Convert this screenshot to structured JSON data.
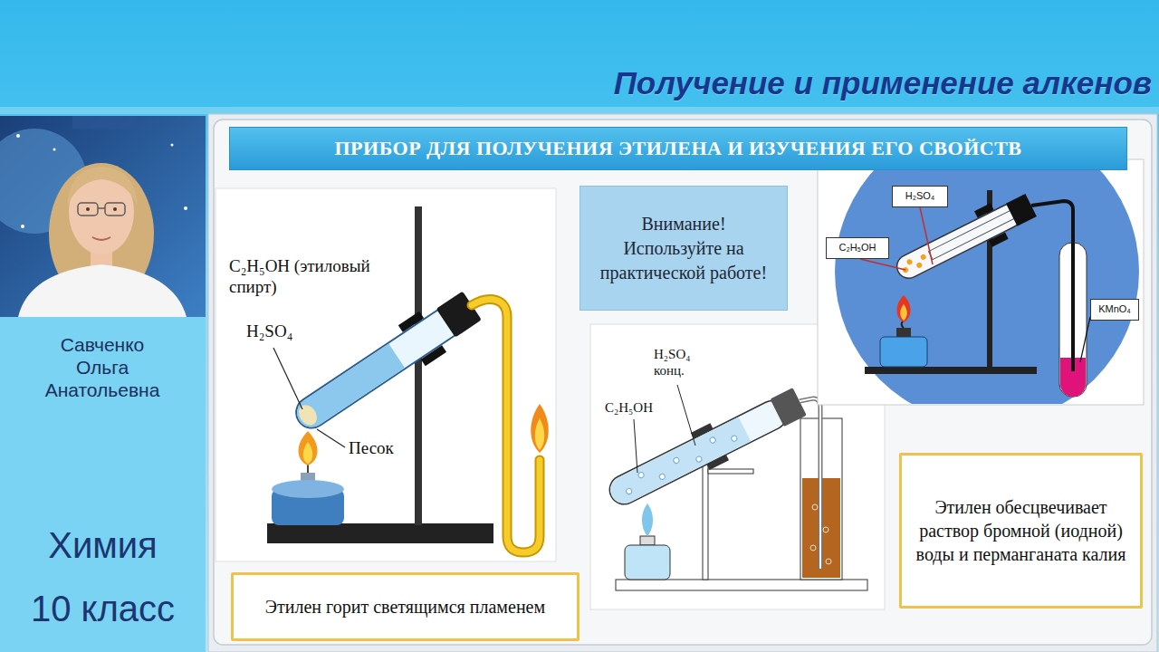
{
  "diagram": {
    "title": "Получение и применение алкенов",
    "nodes": [
      {
        "text": [
          "ПРИБОР ДЛЯ ПОЛУЧЕНИЯ ЭТИЛЕНА И ИЗУЧЕНИЯ ЕГО СВОЙСТВ"
        ]
      },
      {
        "text": [
          "Внимание! Используйте на практической работе!"
        ]
      },
      {
        "text": [
          "H₂SO₄"
        ]
      },
      {
        "text": [
          "C₂H₅OH"
        ]
      },
      {
        "text": [
          "KMnO₄"
        ]
      },
      {
        "text": [
          "Этилен обесцвечивает раствор бромной (иодной) воды и перманганата калия"
        ]
      },
      {
        "text": [
          "Этилен горит светящимся пламенем"
        ]
      }
    ],
    "labels": [
      "Савченко Ольга Анатольевна",
      "Химия",
      "10 класс",
      "C₂H₅OH (этиловый спирт)",
      "H₂SO₄",
      "Песок",
      "H₂SO₄ конц.",
      "C₂H₅OH"
    ]
  }
}
